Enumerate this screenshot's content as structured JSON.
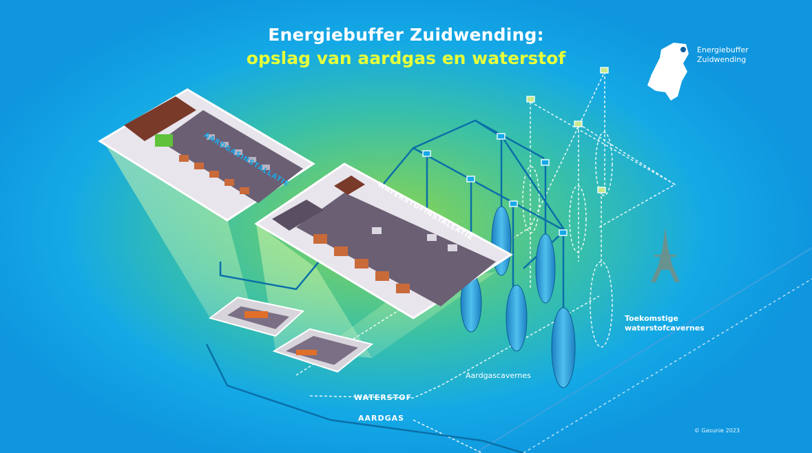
{
  "title": "Energiebuffer Zuidwending:",
  "subtitle": "opslag van aardgas en waterstof",
  "map_label": [
    "Energiebuffer",
    "Zuidwending"
  ],
  "installations": {
    "gas": "AARDGASINSTALLATIE",
    "hydrogen": "WATERSTOFINSTALLATIE"
  },
  "pipelines": {
    "hydrogen": "WATERSTOF",
    "gas": "AARDGAS"
  },
  "caverns": {
    "gas_label": "Aardgascavernes",
    "future_label": [
      "Toekomstige",
      "waterstofcavernes"
    ]
  },
  "copyright": "© Gasunie 2023",
  "colors": {
    "title": "#ffffff",
    "subtitle": "#e6ff3a",
    "pipe": "#0a6fa8",
    "cavern": "#2a9fd8",
    "platform": "#6b5f74"
  }
}
